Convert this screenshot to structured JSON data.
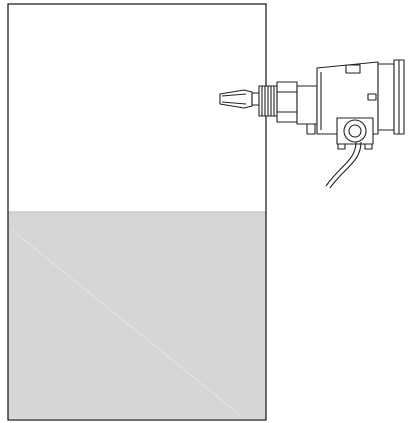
{
  "diagram": {
    "kind": "tank-with-side-mounted-level-switch",
    "tank": {
      "fill_level": 0.5,
      "liquid_color": "#d6d6d6",
      "wall_color": "#111111"
    },
    "device": {
      "probe_type": "tuning-fork",
      "stroke_color": "#222222",
      "cable": "signal-cable"
    }
  }
}
